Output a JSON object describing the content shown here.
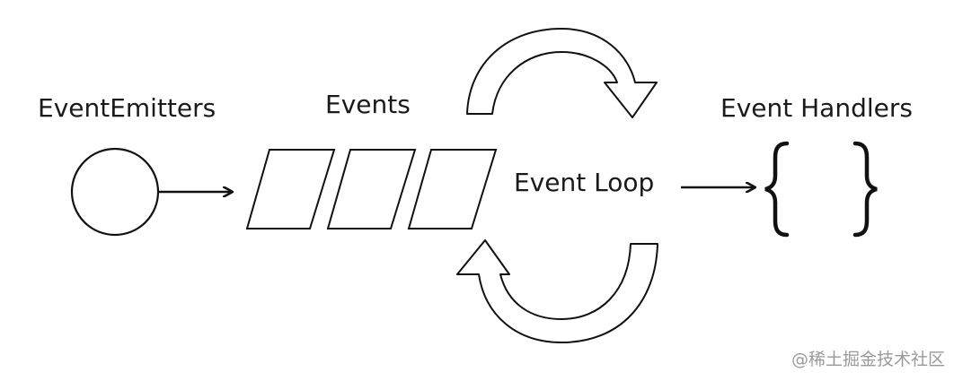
{
  "labels": {
    "emitters": "EventEmitters",
    "events": "Events",
    "loop": "Event Loop",
    "handlers": "Event Handlers"
  },
  "watermark": "@稀土掘金技术社区",
  "colors": {
    "stroke": "#111111",
    "fill": "#ffffff",
    "text": "#1a1a1a",
    "watermark": "#9a9a9a"
  }
}
